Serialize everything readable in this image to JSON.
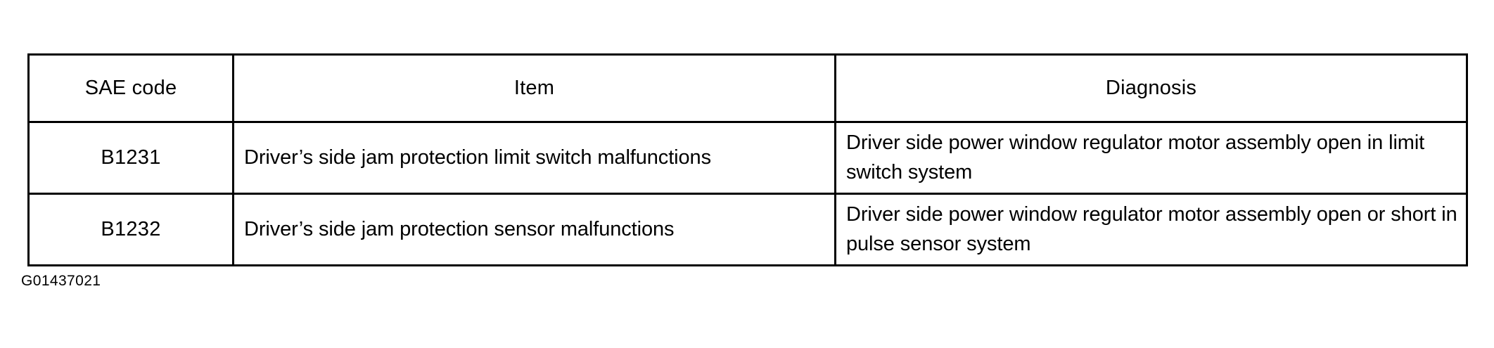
{
  "table": {
    "columns": [
      {
        "key": "sae_code",
        "label": "SAE code"
      },
      {
        "key": "item",
        "label": "Item"
      },
      {
        "key": "diagnosis",
        "label": "Diagnosis"
      }
    ],
    "rows": [
      {
        "sae_code": "B1231",
        "item": "Driver’s side jam protection limit switch malfunctions",
        "diagnosis": "Driver side power window regulator motor assembly open in limit switch system"
      },
      {
        "sae_code": "B1232",
        "item": "Driver’s side jam protection sensor malfunctions",
        "diagnosis": "Driver side power window regulator motor assembly open or short in pulse sensor system"
      }
    ]
  },
  "figure_ref": "G01437021",
  "colors": {
    "background": "#ffffff",
    "text": "#000000",
    "border": "#000000"
  }
}
